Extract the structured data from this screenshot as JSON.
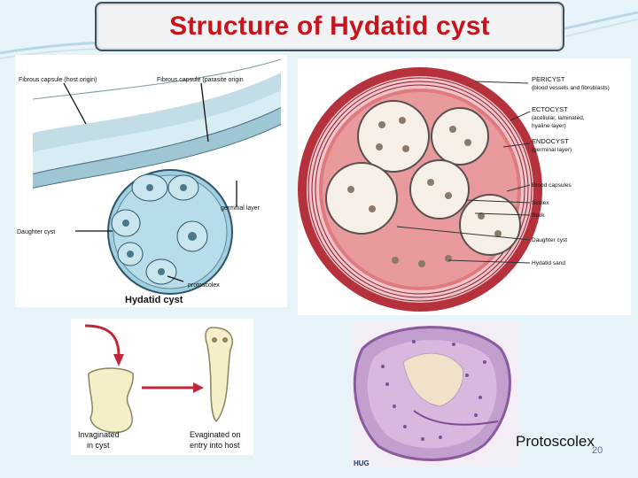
{
  "slide": {
    "title": "Structure of Hydatid cyst",
    "page_number": "20",
    "caption": "Protoscolex"
  },
  "diagram1": {
    "fibrous_host": "Fibrous capsule (host origin)",
    "fibrous_parasite": "Fibrous capsule (parasite origin",
    "germinal_layer": "germinal layer",
    "daughter_cyst": "Daughter cyst",
    "protoscolex": "protoscolex",
    "caption": "Hydatid cyst"
  },
  "diagram2": {
    "pericyst": "PERICYST",
    "pericyst_sub": "(blood vessels and fibroblasts)",
    "ectocyst": "ECTOCYST",
    "ectocyst_sub1": "(acellular, laminated,",
    "ectocyst_sub2": "hyaline layer)",
    "endocyst": "ENDOCYST",
    "endocyst_sub": "(germinal layer)",
    "brood": "Brood capsules",
    "scolex": "Scolex",
    "stalk": "Stalk",
    "daughter": "Daughter cyst",
    "sand": "Hydatid sand"
  },
  "diagram3": {
    "invaginated_1": "Invaginated",
    "invaginated_2": "in cyst",
    "evaginated_1": "Evaginated on",
    "evaginated_2": "entry into host"
  },
  "photo": {
    "logo": "HUG"
  }
}
